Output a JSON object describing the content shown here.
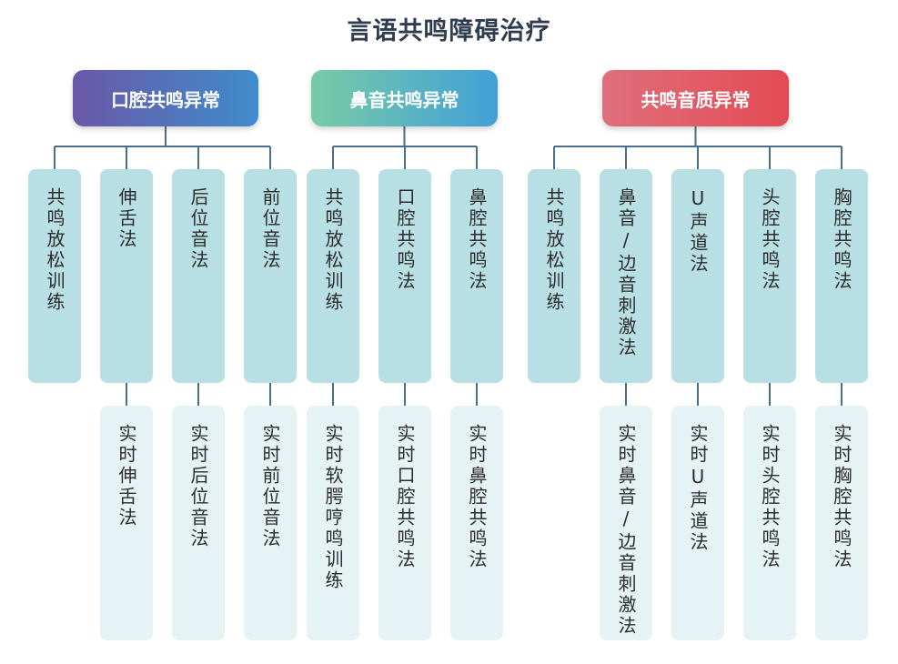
{
  "title": "言语共鸣障碍治疗",
  "categories": [
    {
      "label": "口腔共鸣异常",
      "methods": [
        {
          "label": "共鸣放松训练",
          "realtime": ""
        },
        {
          "label": "伸舌法",
          "realtime": "实时伸舌法"
        },
        {
          "label": "后位音法",
          "realtime": "实时后位音法"
        },
        {
          "label": "前位音法",
          "realtime": "实时前位音法"
        }
      ]
    },
    {
      "label": "鼻音共鸣异常",
      "methods": [
        {
          "label": "共鸣放松训练",
          "realtime": "实时软腭哼鸣训练"
        },
        {
          "label": "口腔共鸣法",
          "realtime": "实时口腔共鸣法"
        },
        {
          "label": "鼻腔共鸣法",
          "realtime": "实时鼻腔共鸣法"
        }
      ]
    },
    {
      "label": "共鸣音质异常",
      "methods": [
        {
          "label": "共鸣放松训练",
          "realtime": ""
        },
        {
          "label": "鼻音/边音刺激法",
          "realtime": "实时鼻音/边音刺激法"
        },
        {
          "label": "U声道法",
          "realtime": "实时U声道法"
        },
        {
          "label": "头腔共鸣法",
          "realtime": "实时头腔共鸣法"
        },
        {
          "label": "胸腔共鸣法",
          "realtime": "实时胸腔共鸣法"
        }
      ]
    }
  ]
}
